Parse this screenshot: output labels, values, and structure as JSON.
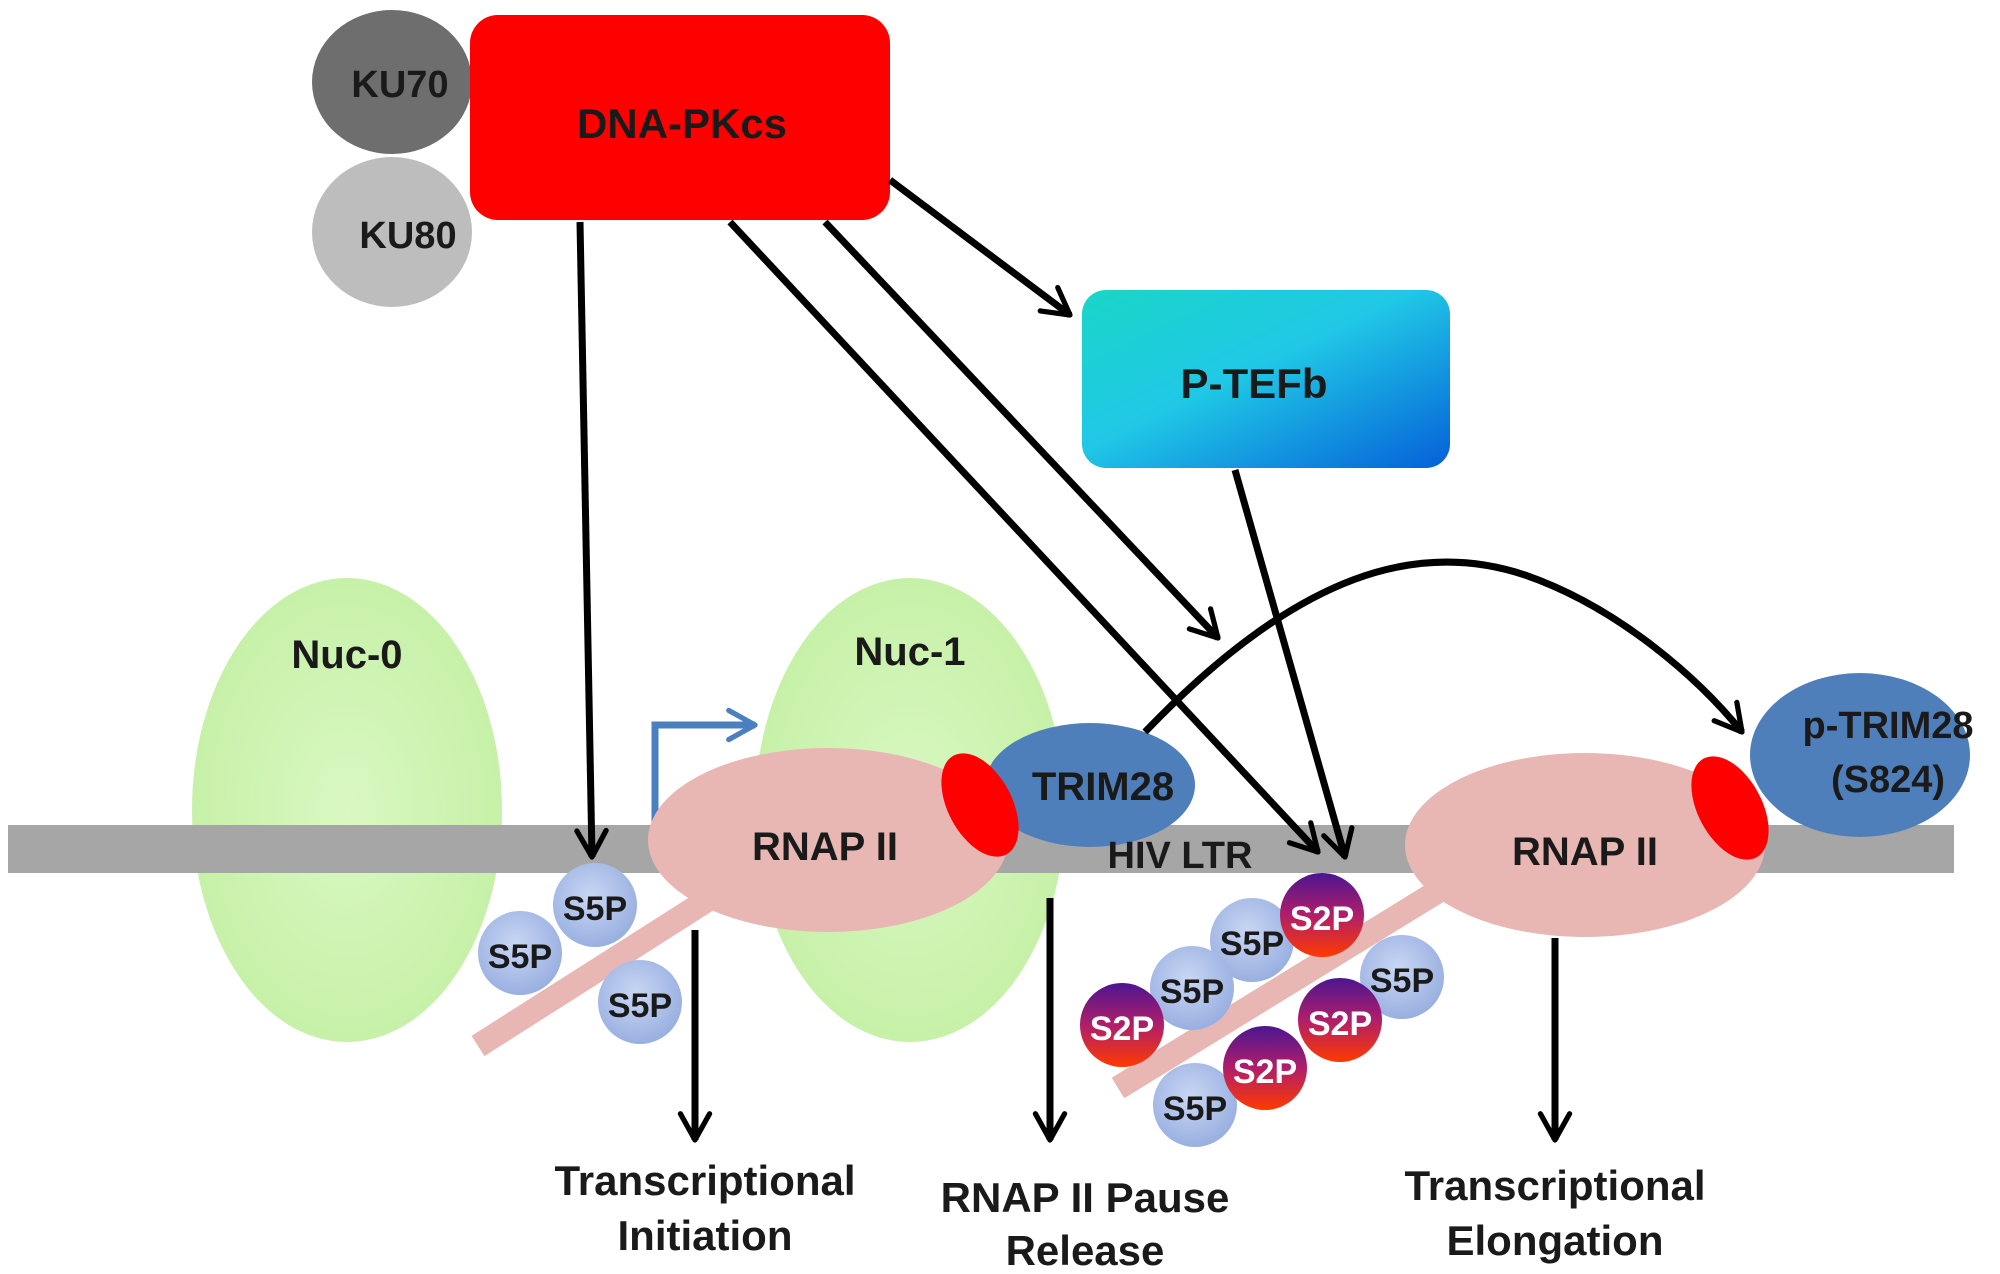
{
  "labels": {
    "ku70": "KU70",
    "ku80": "KU80",
    "dnapkcs": "DNA-PKcs",
    "ptefb": "P-TEFb",
    "nuc0": "Nuc-0",
    "nuc1": "Nuc-1",
    "rnap1": "RNAP II",
    "rnap2": "RNAP II",
    "trim28": "TRIM28",
    "ptrim28_l1": "p-TRIM28",
    "ptrim28_l2": "(S824)",
    "hivltr": "HIV LTR",
    "s5p": "S5P",
    "s2p": "S2P",
    "init_l1": "Transcriptional",
    "init_l2": "Initiation",
    "pause_l1": "RNAP II Pause",
    "pause_l2": "Release",
    "elong_l1": "Transcriptional",
    "elong_l2": "Elongation"
  },
  "colors": {
    "dnapkcs": "#ff0000",
    "ku70": "#6e6e6e",
    "ku80": "#bdbdbd",
    "nucleosome": "#cdf3b0",
    "rnap": "#e8b7b4",
    "trim28": "#4f7fba",
    "dna": "#a6a6a6",
    "tss_arrow": "#4a7fc0",
    "s5p": "#a9bde6",
    "s2p_top": "#5a1a8a",
    "s2p_bottom": "#ff3a00"
  }
}
